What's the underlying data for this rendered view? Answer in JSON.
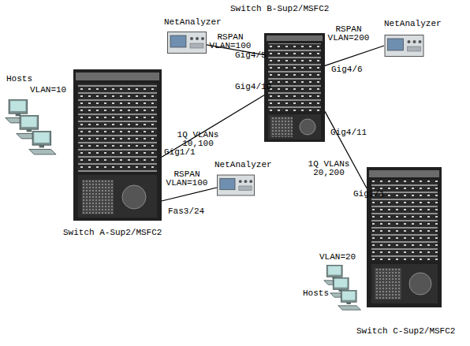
{
  "diagram": {
    "nodes": [
      {
        "text": [
          "Switch B-Sup2/MSFC2"
        ]
      },
      {
        "text": [
          "NetAnalyzer"
        ]
      },
      {
        "text": [
          "NetAnalyzer"
        ]
      },
      {
        "text": [
          "Hosts"
        ]
      },
      {
        "text": [
          "Switch A-Sup2/MSFC2"
        ]
      },
      {
        "text": [
          "NetAnalyzer"
        ]
      },
      {
        "text": [
          "Switch C-Sup2/MSFC2"
        ]
      },
      {
        "text": [
          "Hosts"
        ]
      }
    ],
    "edges": [
      {
        "from": 1,
        "to": 0,
        "arrow": "none",
        "label": "RSPAN VLAN=100"
      },
      {
        "from": 0,
        "to": 2,
        "arrow": "none",
        "label": "RSPAN VLAN=200"
      },
      {
        "from": 4,
        "to": 0,
        "arrow": "none",
        "label": "1Q VLANs 10,100"
      },
      {
        "from": 0,
        "to": 6,
        "arrow": "none",
        "label": "1Q VLANs 20,200"
      },
      {
        "from": 4,
        "to": 5,
        "arrow": "none",
        "label": "RSPAN VLAN=100"
      }
    ],
    "labels": [
      "Gig4/5",
      "Gig4/6",
      "VLAN=10",
      "Gig4/10",
      "Gig1/1",
      "Gig4/11",
      "Fas3/24",
      "Gig1/1",
      "VLAN=20"
    ]
  }
}
